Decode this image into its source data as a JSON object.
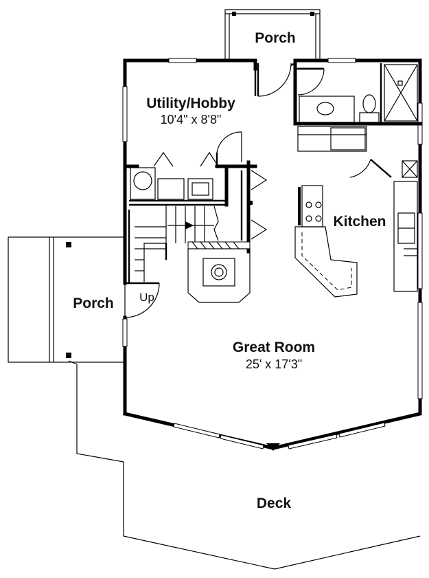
{
  "rooms": {
    "porch_top": {
      "name": "Porch"
    },
    "utility": {
      "name": "Utility/Hobby",
      "size": "10'4\" x 8'8\""
    },
    "kitchen": {
      "name": "Kitchen"
    },
    "porch_left": {
      "name": "Porch"
    },
    "stair": {
      "note": "Up"
    },
    "great_room": {
      "name": "Great Room",
      "size": "25' x 17'3\""
    },
    "deck": {
      "name": "Deck"
    }
  }
}
